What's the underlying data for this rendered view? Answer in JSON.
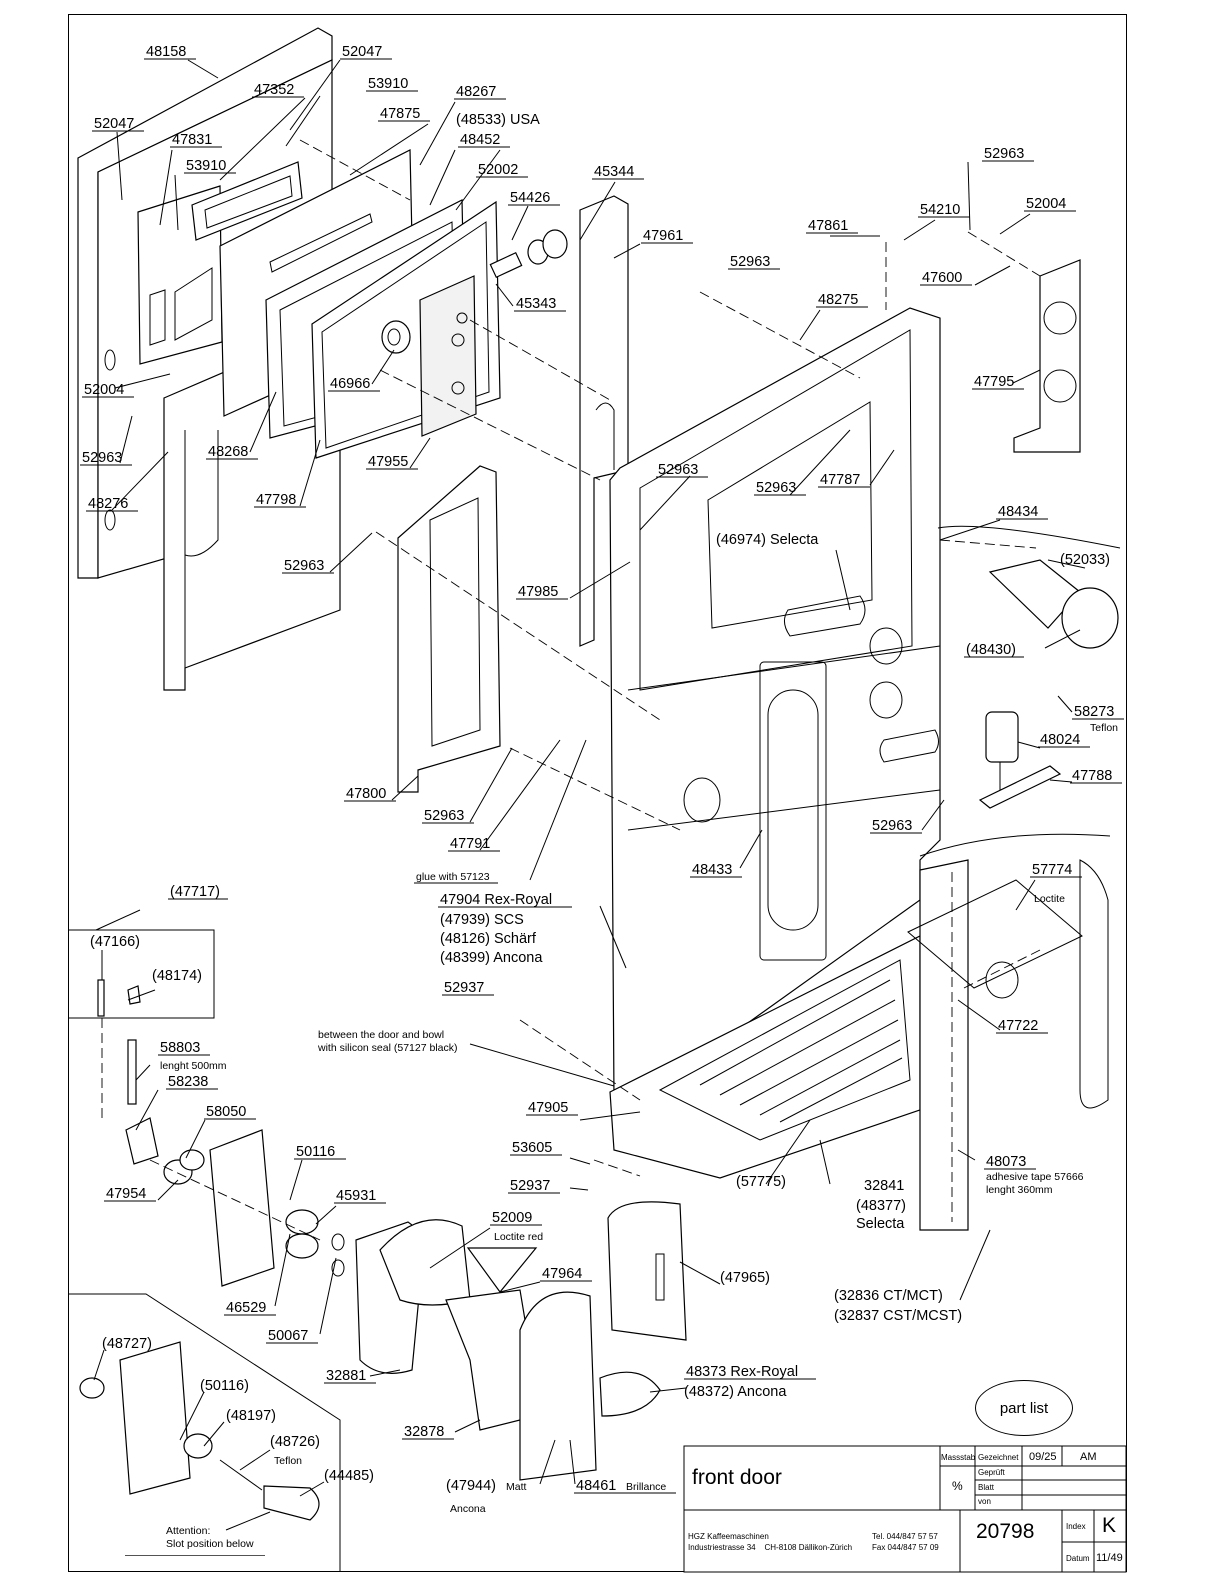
{
  "labels": {
    "l48158": "48158",
    "l52047a": "52047",
    "l47352": "47352",
    "l53910a": "53910",
    "l48267": "48267",
    "l48533": "(48533) USA",
    "l52047b": "52047",
    "l47831": "47831",
    "l47875": "47875",
    "l48452": "48452",
    "l53910b": "53910",
    "l52002": "52002",
    "l45344": "45344",
    "l54426": "54426",
    "l47961": "47961",
    "l47861": "47861",
    "l52963a": "52963",
    "l54210": "54210",
    "l52004a": "52004",
    "l52963b": "52963",
    "l47600": "47600",
    "l45343": "45343",
    "l48275": "48275",
    "l52004b": "52004",
    "l46966": "46966",
    "l47795": "47795",
    "l52963c": "52963",
    "l48268": "48268",
    "l47955": "47955",
    "l48276": "48276",
    "l47798": "47798",
    "l52963d": "52963",
    "l52963e": "52963",
    "l47787": "47787",
    "l48434": "48434",
    "l46974": "(46974) Selecta",
    "l52963f": "52963",
    "l47985": "47985",
    "l52033": "(52033)",
    "l48430": "(48430)",
    "l58273": "58273",
    "teflon1": "Teflon",
    "l48024": "48024",
    "l47788": "47788",
    "l47800": "47800",
    "l52963g": "52963",
    "l52963h": "52963",
    "l47791": "47791",
    "l48433": "48433",
    "l57774": "57774",
    "loctite1": "Loctite",
    "glue": "glue with 57123",
    "l47904": "47904 Rex-Royal",
    "l47939": "(47939) SCS",
    "l48126": "(48126) Schärf",
    "l48399": "(48399) Ancona",
    "l47717": "(47717)",
    "l47166": "(47166)",
    "l48174": "(48174)",
    "l52937a": "52937",
    "l47722": "47722",
    "seal1": "between the door and bowl",
    "seal2": "with silicon seal (57127 black)",
    "l58803": "58803",
    "lenght500": "lenght 500mm",
    "l58238": "58238",
    "l47905": "47905",
    "l58050": "58050",
    "l53605": "53605",
    "l50116": "50116",
    "l57775": "(57775)",
    "l52937b": "52937",
    "l32841": "32841",
    "l48377": "(48377)",
    "selecta2": "Selecta",
    "l48073": "48073",
    "adhesive": "adhesive tape 57666",
    "lenght360": "lenght 360mm",
    "l47954": "47954",
    "l45931": "45931",
    "l52009": "52009",
    "loctite2": "Loctite red",
    "l47964": "47964",
    "l47965": "(47965)",
    "l32836": "(32836 CT/MCT)",
    "l32837": "(32837 CST/MCST)",
    "l46529": "46529",
    "l50067": "50067",
    "l32881": "32881",
    "l48373": "48373 Rex-Royal",
    "l48372": "(48372) Ancona",
    "l48727": "(48727)",
    "l50116b": "(50116)",
    "l48197": "(48197)",
    "l48726": "(48726)",
    "teflon2": "Teflon",
    "l44485": "(44485)",
    "l32878": "32878",
    "l47944": "(47944)",
    "matt": "Matt",
    "ancona2": "Ancona",
    "l48461": "48461",
    "brillance": "Brillance",
    "attention1": "Attention:",
    "attention2": "Slot position below"
  },
  "part_list_button": "part list",
  "title_block": {
    "title": "front door",
    "massstab_label": "Massstab",
    "scale": "%",
    "gezeichnet_label": "Gezeichnet",
    "gezeichnet_date": "09/25",
    "gezeichnet_by": "AM",
    "geprueft_label": "Geprüft",
    "blatt_label": "Blatt",
    "von_label": "von",
    "company": "HGZ Kaffeemaschinen",
    "address": "Industriestrasse 34    CH-8108 Dällikon-Zürich",
    "tel": "Tel. 044/847 57 57",
    "fax": "Fax 044/847 57 09",
    "drawing_number": "20798",
    "index_label": "Index",
    "index_value": "K",
    "datum_label": "Datum",
    "sheet": "11/49"
  }
}
